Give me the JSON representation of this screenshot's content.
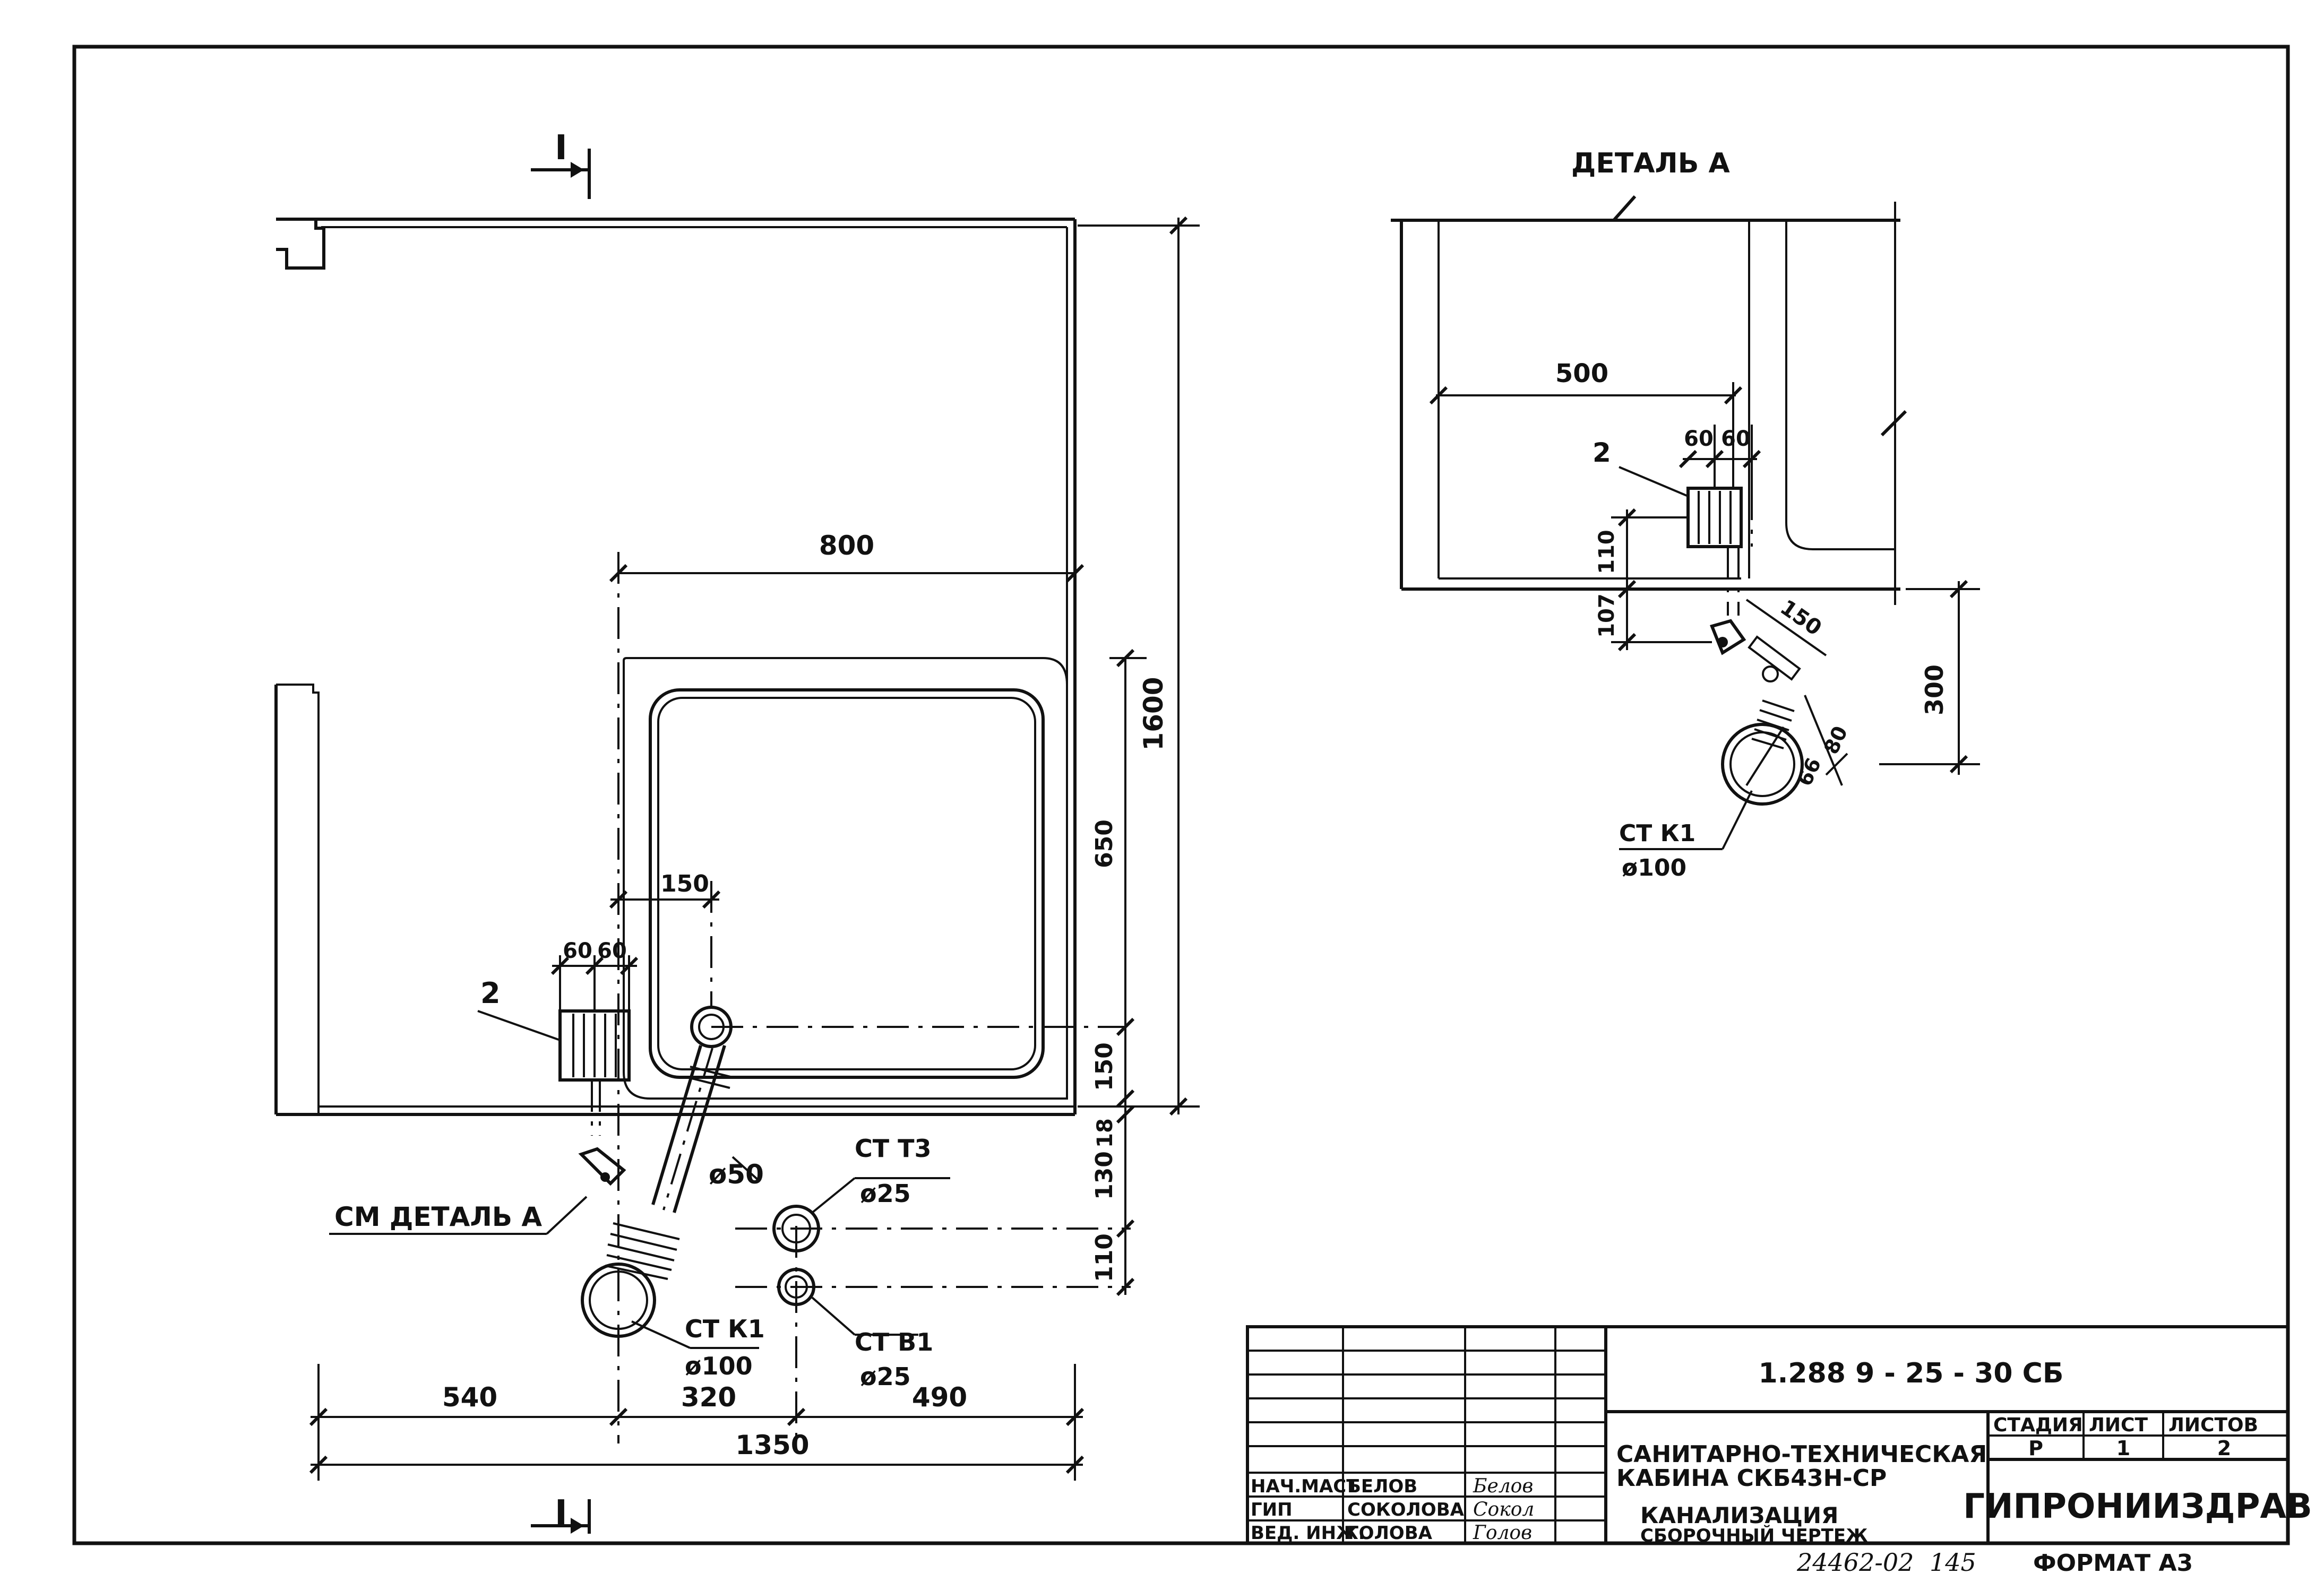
{
  "drawing": {
    "plan": {
      "section_mark_top": "I",
      "section_mark_bottom": "I",
      "dims": {
        "d800": "800",
        "d1600": "1600",
        "d650": "650",
        "d150_right": "150",
        "d150_top": "150",
        "d60a": "60",
        "d60b": "60",
        "d130": "130",
        "d18": "18",
        "d110": "110",
        "d540": "540",
        "d320": "320",
        "d490": "490",
        "d1350": "1350"
      },
      "labels": {
        "pos2": "2",
        "sm_detail": "СМ ДЕТАЛЬ А",
        "pipe50": "ø50",
        "st_t3": "СТ Т3",
        "st_t3_dia": "ø25",
        "st_k1": "СТ К1",
        "st_k1_dia": "ø100",
        "st_b1": "СТ В1",
        "st_b1_dia": "ø25"
      }
    },
    "detail_a": {
      "title": "ДЕТАЛЬ А",
      "dims": {
        "d500": "500",
        "d60a": "60",
        "d60b": "60",
        "d110": "110",
        "d107": "107",
        "d150": "150",
        "d300": "300",
        "d66": "66",
        "d80": "80"
      },
      "labels": {
        "pos2": "2",
        "st_k1": "СТ К1",
        "st_k1_dia": "ø100"
      }
    },
    "title_block": {
      "doc_code": "1.288 9 - 25 - 30  СБ",
      "title_line1": "САНИТАРНО-ТЕХНИЧЕСКАЯ",
      "title_line2": "КАБИНА   СКБ43Н-СР",
      "subtitle_line1": "КАНАЛИЗАЦИЯ",
      "subtitle_line2": "СБОРОЧНЫЙ  ЧЕРТЕЖ",
      "stage_header": "СТАДИЯ",
      "sheet_header": "ЛИСТ",
      "sheets_header": "ЛИСТОВ",
      "stage": "Р",
      "sheet": "1",
      "sheets": "2",
      "organization": "ГИПРОНИИЗДРАВ",
      "roles": [
        "НАЧ.МАСТ",
        "ГИП",
        "ВЕД. ИНЖ."
      ],
      "names": [
        "БЕЛОВ",
        "СОКОЛОВА",
        "ГОЛОВА"
      ],
      "signatures": [
        "Белов",
        "Сокол",
        "Голов"
      ]
    },
    "footer": {
      "archive_no": "24462-02",
      "page": "145",
      "format": "ФОРМАТ А3"
    }
  }
}
